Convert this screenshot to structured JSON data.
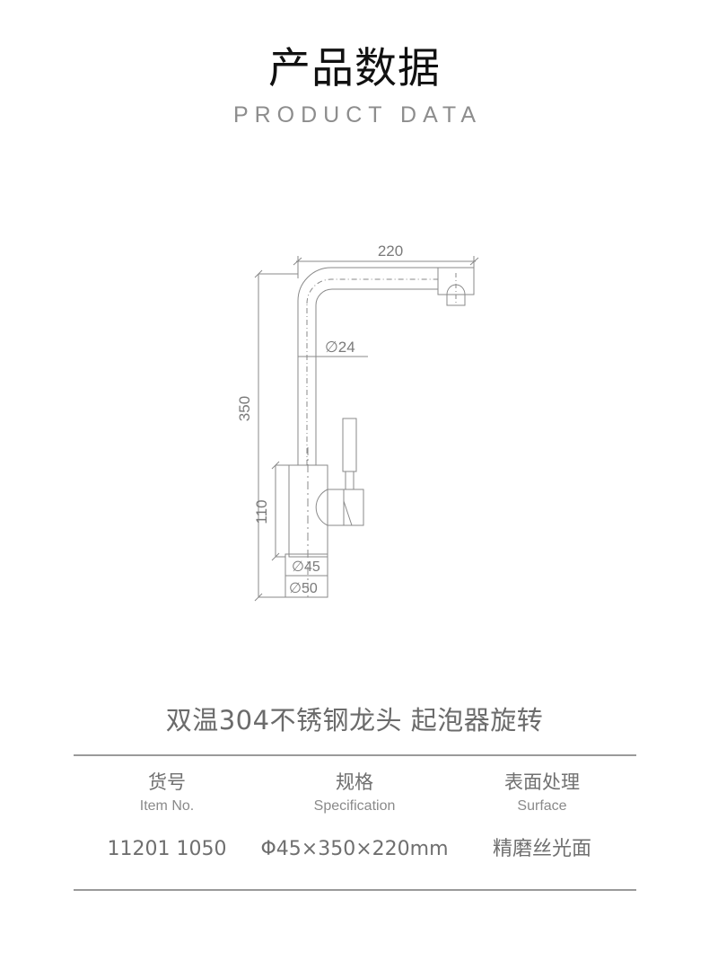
{
  "header": {
    "title_cn": "产品数据",
    "title_en": "PRODUCT DATA"
  },
  "drawing": {
    "name": "faucet-technical-drawing",
    "line_color": "#8a8a8a",
    "text_color": "#7a7a7a",
    "dimensions": {
      "width_label": "220",
      "height_label": "350",
      "body_height_label": "110",
      "spout_diameter_label": "Ø24",
      "base_inner_label": "Ø45",
      "base_outer_label": "Ø50"
    }
  },
  "product": {
    "name": "双温304不锈钢龙头 起泡器旋转",
    "columns": [
      {
        "head_cn": "货号",
        "head_en": "Item No.",
        "value": "11201 1050"
      },
      {
        "head_cn": "规格",
        "head_en": "Specification",
        "value": "Φ45×350×220mm"
      },
      {
        "head_cn": "表面处理",
        "head_en": "Surface",
        "value": "精磨丝光面"
      }
    ]
  }
}
